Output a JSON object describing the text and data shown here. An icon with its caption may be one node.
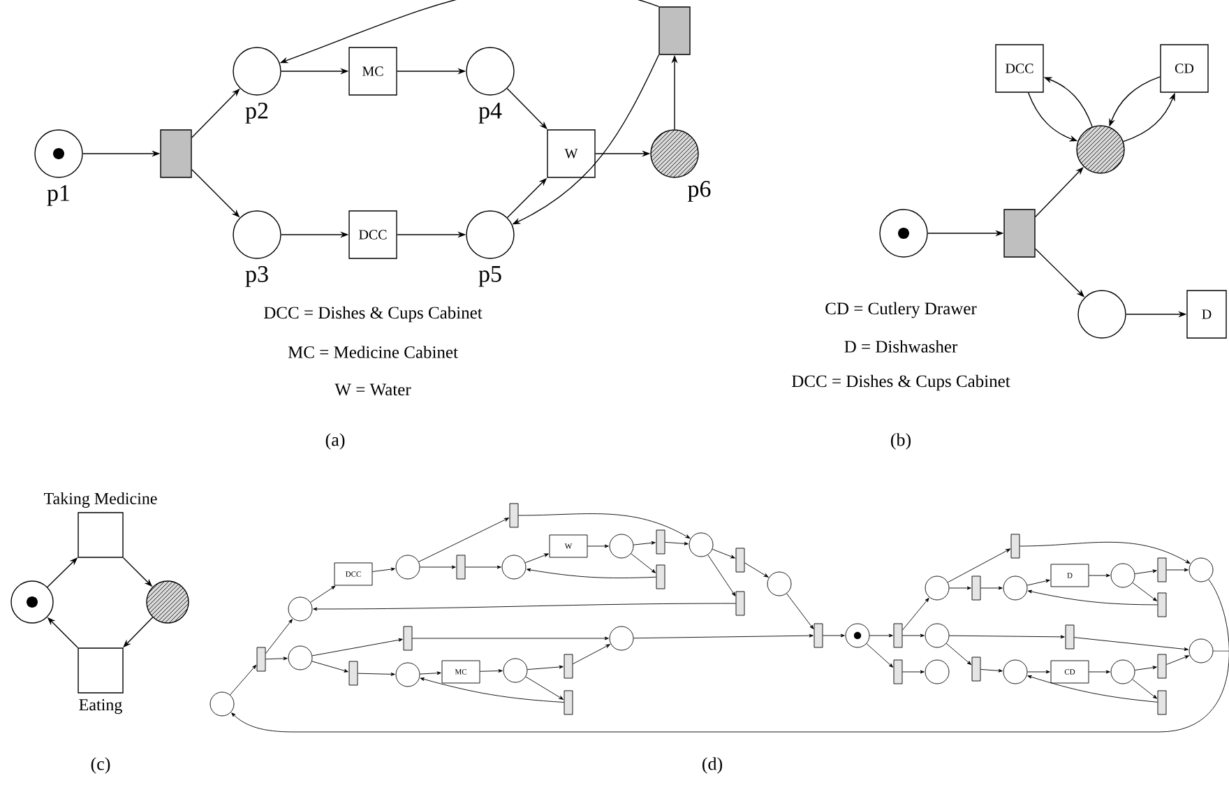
{
  "diagram": {
    "nodes": [
      {
        "text": [
          "p1"
        ]
      },
      {
        "text": [],
        "shape": "bar"
      },
      {
        "text": [
          "p2"
        ]
      },
      {
        "text": [
          "p3"
        ]
      },
      {
        "text": [
          "MC"
        ]
      },
      {
        "text": [
          "DCC"
        ]
      },
      {
        "text": [
          "p4"
        ]
      },
      {
        "text": [
          "p5"
        ]
      },
      {
        "text": [
          "W"
        ]
      },
      {
        "text": [
          "p6"
        ]
      },
      {
        "text": [],
        "shape": "bar"
      },
      {
        "text": [
          "DCC"
        ]
      },
      {
        "text": [
          "CD"
        ]
      },
      {
        "text": [],
        "shape": "circle"
      },
      {
        "text": [],
        "shape": "circle"
      },
      {
        "text": [],
        "shape": "bar"
      },
      {
        "text": [],
        "shape": "circle"
      },
      {
        "text": [
          "D"
        ]
      },
      {
        "text": [
          "Taking Medicine"
        ]
      },
      {
        "text": [],
        "shape": "circle"
      },
      {
        "text": [],
        "shape": "circle"
      },
      {
        "text": [
          "Eating"
        ]
      },
      {
        "text": [],
        "shape": "circle"
      },
      {
        "text": [],
        "shape": "bar"
      },
      {
        "text": [],
        "shape": "circle"
      },
      {
        "text": [],
        "shape": "circle"
      },
      {
        "text": [
          "DCC"
        ]
      },
      {
        "text": [],
        "shape": "circle"
      },
      {
        "text": [],
        "shape": "bar"
      },
      {
        "text": [],
        "shape": "bar"
      },
      {
        "text": [],
        "shape": "circle"
      },
      {
        "text": [
          "W"
        ]
      },
      {
        "text": [],
        "shape": "circle"
      },
      {
        "text": [],
        "shape": "bar"
      },
      {
        "text": [],
        "shape": "bar"
      },
      {
        "text": [],
        "shape": "circle"
      },
      {
        "text": [],
        "shape": "bar"
      },
      {
        "text": [],
        "shape": "bar"
      },
      {
        "text": [],
        "shape": "circle"
      },
      {
        "text": [
          "MC"
        ]
      },
      {
        "text": [],
        "shape": "circle"
      },
      {
        "text": [],
        "shape": "bar"
      },
      {
        "text": [],
        "shape": "bar"
      },
      {
        "text": [],
        "shape": "circle"
      },
      {
        "text": [],
        "shape": "bar"
      },
      {
        "text": [],
        "shape": "bar"
      },
      {
        "text": [],
        "shape": "circle"
      },
      {
        "text": [],
        "shape": "bar"
      },
      {
        "text": [],
        "shape": "circle"
      },
      {
        "text": [],
        "shape": "bar"
      },
      {
        "text": [],
        "shape": "bar"
      },
      {
        "text": [],
        "shape": "circle"
      },
      {
        "text": [],
        "shape": "circle"
      },
      {
        "text": [],
        "shape": "circle"
      },
      {
        "text": [],
        "shape": "bar"
      },
      {
        "text": [],
        "shape": "bar"
      },
      {
        "text": [],
        "shape": "circle"
      },
      {
        "text": [
          "D"
        ]
      },
      {
        "text": [],
        "shape": "circle"
      },
      {
        "text": [],
        "shape": "bar"
      },
      {
        "text": [],
        "shape": "bar"
      },
      {
        "text": [],
        "shape": "circle"
      },
      {
        "text": [],
        "shape": "bar"
      },
      {
        "text": [],
        "shape": "circle"
      },
      {
        "text": [],
        "shape": "bar"
      },
      {
        "text": [],
        "shape": "circle"
      },
      {
        "text": [
          "CD"
        ]
      },
      {
        "text": [],
        "shape": "circle"
      },
      {
        "text": [],
        "shape": "bar"
      },
      {
        "text": [],
        "shape": "bar"
      }
    ],
    "edges": [
      {
        "from": 0,
        "to": 1,
        "arrow": "to"
      },
      {
        "from": 1,
        "to": 2,
        "arrow": "to"
      },
      {
        "from": 1,
        "to": 3,
        "arrow": "to"
      },
      {
        "from": 2,
        "to": 4,
        "arrow": "to"
      },
      {
        "from": 4,
        "to": 6,
        "arrow": "to"
      },
      {
        "from": 3,
        "to": 5,
        "arrow": "to"
      },
      {
        "from": 5,
        "to": 7,
        "arrow": "to"
      },
      {
        "from": 6,
        "to": 8,
        "arrow": "to"
      },
      {
        "from": 7,
        "to": 8,
        "arrow": "to"
      },
      {
        "from": 8,
        "to": 9,
        "arrow": "to"
      },
      {
        "from": 9,
        "to": 10,
        "arrow": "to"
      },
      {
        "from": 10,
        "to": 2,
        "arrow": "to"
      },
      {
        "from": 10,
        "to": 7,
        "arrow": "to"
      },
      {
        "from": 14,
        "to": 15,
        "arrow": "to"
      },
      {
        "from": 15,
        "to": 13,
        "arrow": "to"
      },
      {
        "from": 15,
        "to": 16,
        "arrow": "to"
      },
      {
        "from": 16,
        "to": 17,
        "arrow": "to"
      },
      {
        "from": 11,
        "to": 13,
        "arrow": "to"
      },
      {
        "from": 13,
        "to": 11,
        "arrow": "to"
      },
      {
        "from": 12,
        "to": 13,
        "arrow": "to"
      },
      {
        "from": 13,
        "to": 12,
        "arrow": "to"
      },
      {
        "from": 19,
        "to": 18,
        "arrow": "to"
      },
      {
        "from": 18,
        "to": 20,
        "arrow": "to"
      },
      {
        "from": 20,
        "to": 21,
        "arrow": "to"
      },
      {
        "from": 21,
        "to": 19,
        "arrow": "to"
      },
      {
        "from": 22,
        "to": 23,
        "arrow": "to"
      },
      {
        "from": 23,
        "to": 24,
        "arrow": "to"
      },
      {
        "from": 23,
        "to": 25,
        "arrow": "to"
      },
      {
        "from": 24,
        "to": 26,
        "arrow": "to"
      },
      {
        "from": 26,
        "to": 27,
        "arrow": "to"
      },
      {
        "from": 27,
        "to": 28,
        "arrow": "to"
      },
      {
        "from": 27,
        "to": 29,
        "arrow": "to"
      },
      {
        "from": 29,
        "to": 30,
        "arrow": "to"
      },
      {
        "from": 30,
        "to": 31,
        "arrow": "to"
      },
      {
        "from": 31,
        "to": 32,
        "arrow": "to"
      },
      {
        "from": 32,
        "to": 33,
        "arrow": "to"
      },
      {
        "from": 32,
        "to": 34,
        "arrow": "to"
      },
      {
        "from": 34,
        "to": 30,
        "arrow": "to"
      },
      {
        "from": 33,
        "to": 35,
        "arrow": "to"
      },
      {
        "from": 28,
        "to": 35,
        "arrow": "to"
      },
      {
        "from": 25,
        "to": 36,
        "arrow": "to"
      },
      {
        "from": 25,
        "to": 37,
        "arrow": "to"
      },
      {
        "from": 36,
        "to": 43,
        "arrow": "to"
      },
      {
        "from": 37,
        "to": 38,
        "arrow": "to"
      },
      {
        "from": 38,
        "to": 39,
        "arrow": "to"
      },
      {
        "from": 39,
        "to": 40,
        "arrow": "to"
      },
      {
        "from": 40,
        "to": 41,
        "arrow": "to"
      },
      {
        "from": 40,
        "to": 42,
        "arrow": "to"
      },
      {
        "from": 42,
        "to": 38,
        "arrow": "to"
      },
      {
        "from": 41,
        "to": 43,
        "arrow": "to"
      },
      {
        "from": 35,
        "to": 44,
        "arrow": "to"
      },
      {
        "from": 35,
        "to": 45,
        "arrow": "to"
      },
      {
        "from": 44,
        "to": 46,
        "arrow": "to"
      },
      {
        "from": 46,
        "to": 47,
        "arrow": "to"
      },
      {
        "from": 45,
        "to": 24,
        "arrow": "to"
      },
      {
        "from": 43,
        "to": 47,
        "arrow": "to"
      },
      {
        "from": 47,
        "to": 48,
        "arrow": "to"
      },
      {
        "from": 48,
        "to": 49,
        "arrow": "to"
      },
      {
        "from": 48,
        "to": 50,
        "arrow": "to"
      },
      {
        "from": 49,
        "to": 51,
        "arrow": "to"
      },
      {
        "from": 49,
        "to": 52,
        "arrow": "to"
      },
      {
        "from": 50,
        "to": 53,
        "arrow": "to"
      },
      {
        "from": 51,
        "to": 54,
        "arrow": "to"
      },
      {
        "from": 51,
        "to": 55,
        "arrow": "to"
      },
      {
        "from": 55,
        "to": 56,
        "arrow": "to"
      },
      {
        "from": 56,
        "to": 57,
        "arrow": "to"
      },
      {
        "from": 57,
        "to": 58,
        "arrow": "to"
      },
      {
        "from": 58,
        "to": 59,
        "arrow": "to"
      },
      {
        "from": 58,
        "to": 60,
        "arrow": "to"
      },
      {
        "from": 60,
        "to": 56,
        "arrow": "to"
      },
      {
        "from": 59,
        "to": 61,
        "arrow": "to"
      },
      {
        "from": 54,
        "to": 61,
        "arrow": "to"
      },
      {
        "from": 52,
        "to": 62,
        "arrow": "to"
      },
      {
        "from": 52,
        "to": 64,
        "arrow": "to"
      },
      {
        "from": 64,
        "to": 65,
        "arrow": "to"
      },
      {
        "from": 65,
        "to": 66,
        "arrow": "to"
      },
      {
        "from": 66,
        "to": 67,
        "arrow": "to"
      },
      {
        "from": 67,
        "to": 68,
        "arrow": "to"
      },
      {
        "from": 67,
        "to": 69,
        "arrow": "to"
      },
      {
        "from": 69,
        "to": 65,
        "arrow": "to"
      },
      {
        "from": 62,
        "to": 63,
        "arrow": "to"
      },
      {
        "from": 68,
        "to": 63,
        "arrow": "to"
      },
      {
        "from": 61,
        "to": 22,
        "arrow": "to"
      },
      {
        "from": 63,
        "to": null,
        "arrow": "none"
      }
    ],
    "labels": [
      "DCC = Dishes & Cups Cabinet",
      "MC = Medicine Cabinet",
      "W = Water",
      "(a)",
      "CD = Cutlery Drawer",
      "D = Dishwasher",
      "DCC = Dishes & Cups Cabinet",
      "(b)",
      "(c)",
      "(d)"
    ]
  }
}
